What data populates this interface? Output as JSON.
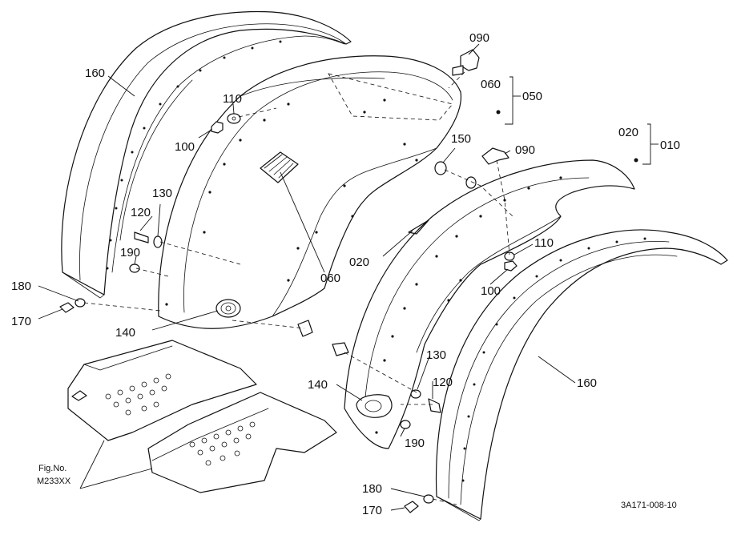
{
  "labels": {
    "p160_top": "160",
    "p110_top": "110",
    "p100_top": "100",
    "p130_left": "130",
    "p120_left": "120",
    "p190_left": "190",
    "p180_left": "180",
    "p170_left": "170",
    "p140_left": "140",
    "p090_top": "090",
    "p060_right": "060",
    "p050": "050",
    "p150": "150",
    "p090_mid": "090",
    "p020_right": "020",
    "p010": "010",
    "p020_mid": "020",
    "p060_mid": "060",
    "p110_right": "110",
    "p100_right": "100",
    "p130_right": "130",
    "p120_right": "120",
    "p140_right": "140",
    "p190_right": "190",
    "p160_right": "160",
    "p180_bottom": "180",
    "p170_bottom": "170"
  },
  "figure": {
    "fig_label": "Fig.No.",
    "fig_number": "M233XX",
    "drawing_code": "3A171-008-10"
  }
}
